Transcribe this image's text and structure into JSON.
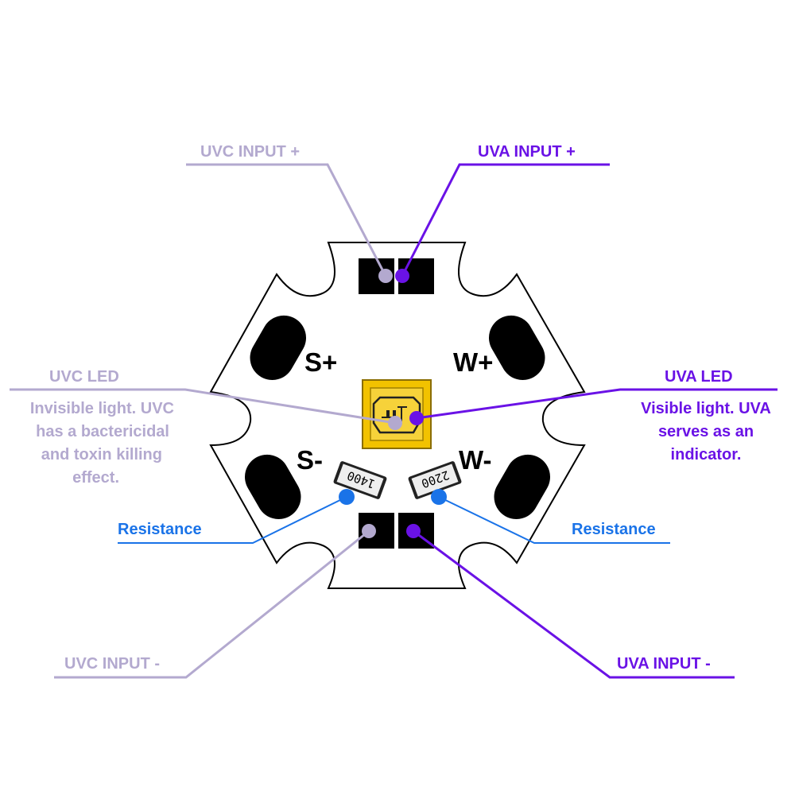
{
  "colors": {
    "uvc": "#b3a9cf",
    "uva": "#6a12e6",
    "resistance": "#1a73e8",
    "board_outline": "#000000",
    "led_gold": "#f2c200",
    "resistor_body": "#222222"
  },
  "board": {
    "pads": {
      "s_plus": "S+",
      "w_plus": "W+",
      "s_minus": "S-",
      "w_minus": "W-"
    },
    "resistors": {
      "left_code": "1400",
      "right_code": "2200"
    }
  },
  "callouts": {
    "uvc_input_plus": "UVC INPUT +",
    "uva_input_plus": "UVA INPUT +",
    "uvc_led": {
      "title": "UVC LED",
      "lines": [
        "Invisible light. UVC",
        "has a bactericidal",
        "and toxin killing",
        "effect."
      ]
    },
    "uva_led": {
      "title": "UVA LED",
      "lines": [
        "Visible light. UVA",
        "serves as an",
        "indicator."
      ]
    },
    "resistance_left": "Resistance",
    "resistance_right": "Resistance",
    "uvc_input_minus": "UVC INPUT -",
    "uva_input_minus": "UVA INPUT -"
  }
}
